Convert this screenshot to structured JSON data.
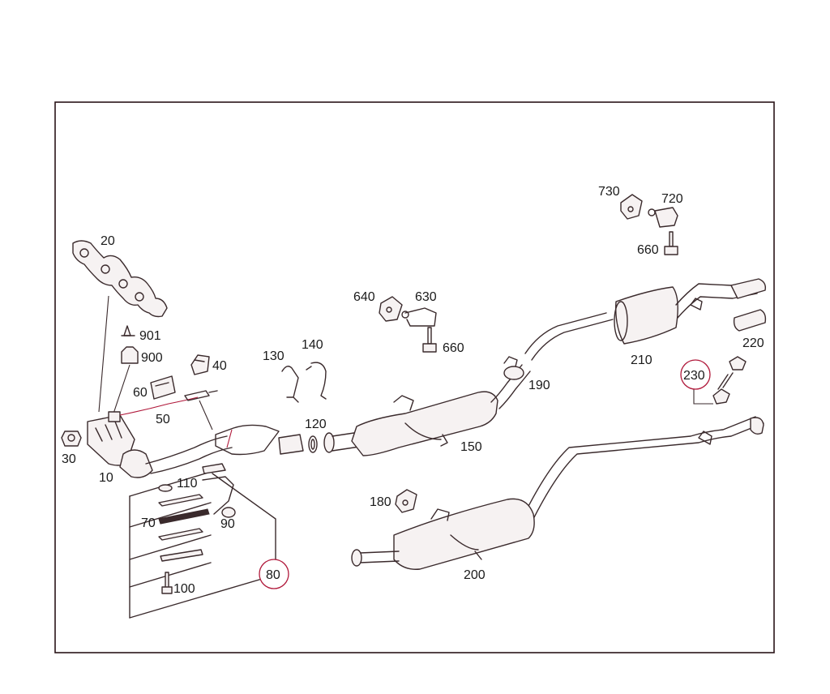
{
  "parts": {
    "p10": "10",
    "p20": "20",
    "p30": "30",
    "p40": "40",
    "p50": "50",
    "p60": "60",
    "p70": "70",
    "p80": "80",
    "p90": "90",
    "p100": "100",
    "p110": "110",
    "p120": "120",
    "p130": "130",
    "p140": "140",
    "p150": "150",
    "p180": "180",
    "p190": "190",
    "p200": "200",
    "p210": "210",
    "p220": "220",
    "p230": "230",
    "p630": "630",
    "p640": "640",
    "p660a": "660",
    "p660b": "660",
    "p720": "720",
    "p730": "730",
    "p900": "900",
    "p901": "901"
  }
}
